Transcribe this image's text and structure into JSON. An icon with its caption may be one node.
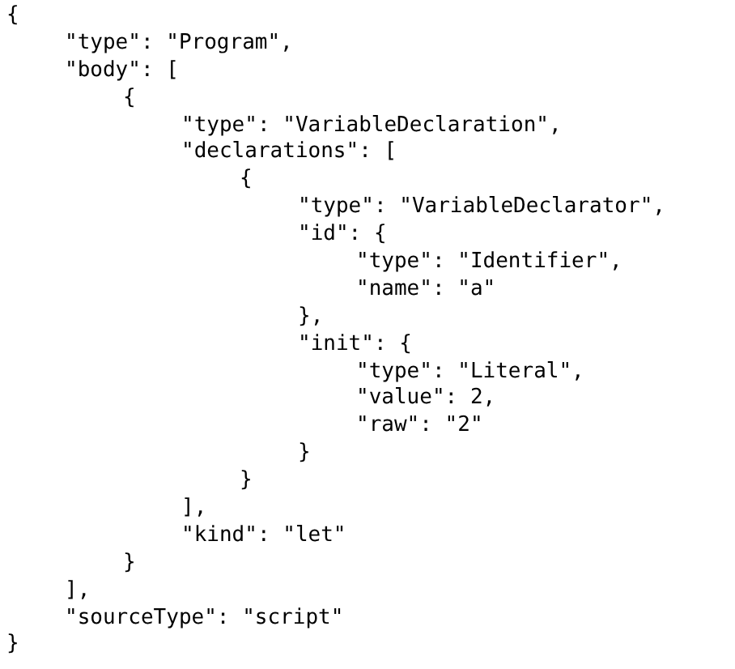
{
  "diagram": {
    "labels": [
      "{",
      "\"type\": \"Program\",",
      "\"body\": [",
      "{",
      "\"type\": \"VariableDeclaration\",",
      "\"declarations\": [",
      "{",
      "\"type\": \"VariableDeclarator\",",
      "\"id\": {",
      "\"type\": \"Identifier\",",
      "\"name\": \"a\"",
      "},",
      "\"init\": {",
      "\"type\": \"Literal\",",
      "\"value\": 2,",
      "\"raw\": \"2\"",
      "}",
      "}",
      "],",
      "\"kind\": \"let\"",
      "}",
      "],",
      "\"sourceType\": \"script\"",
      "}"
    ]
  }
}
